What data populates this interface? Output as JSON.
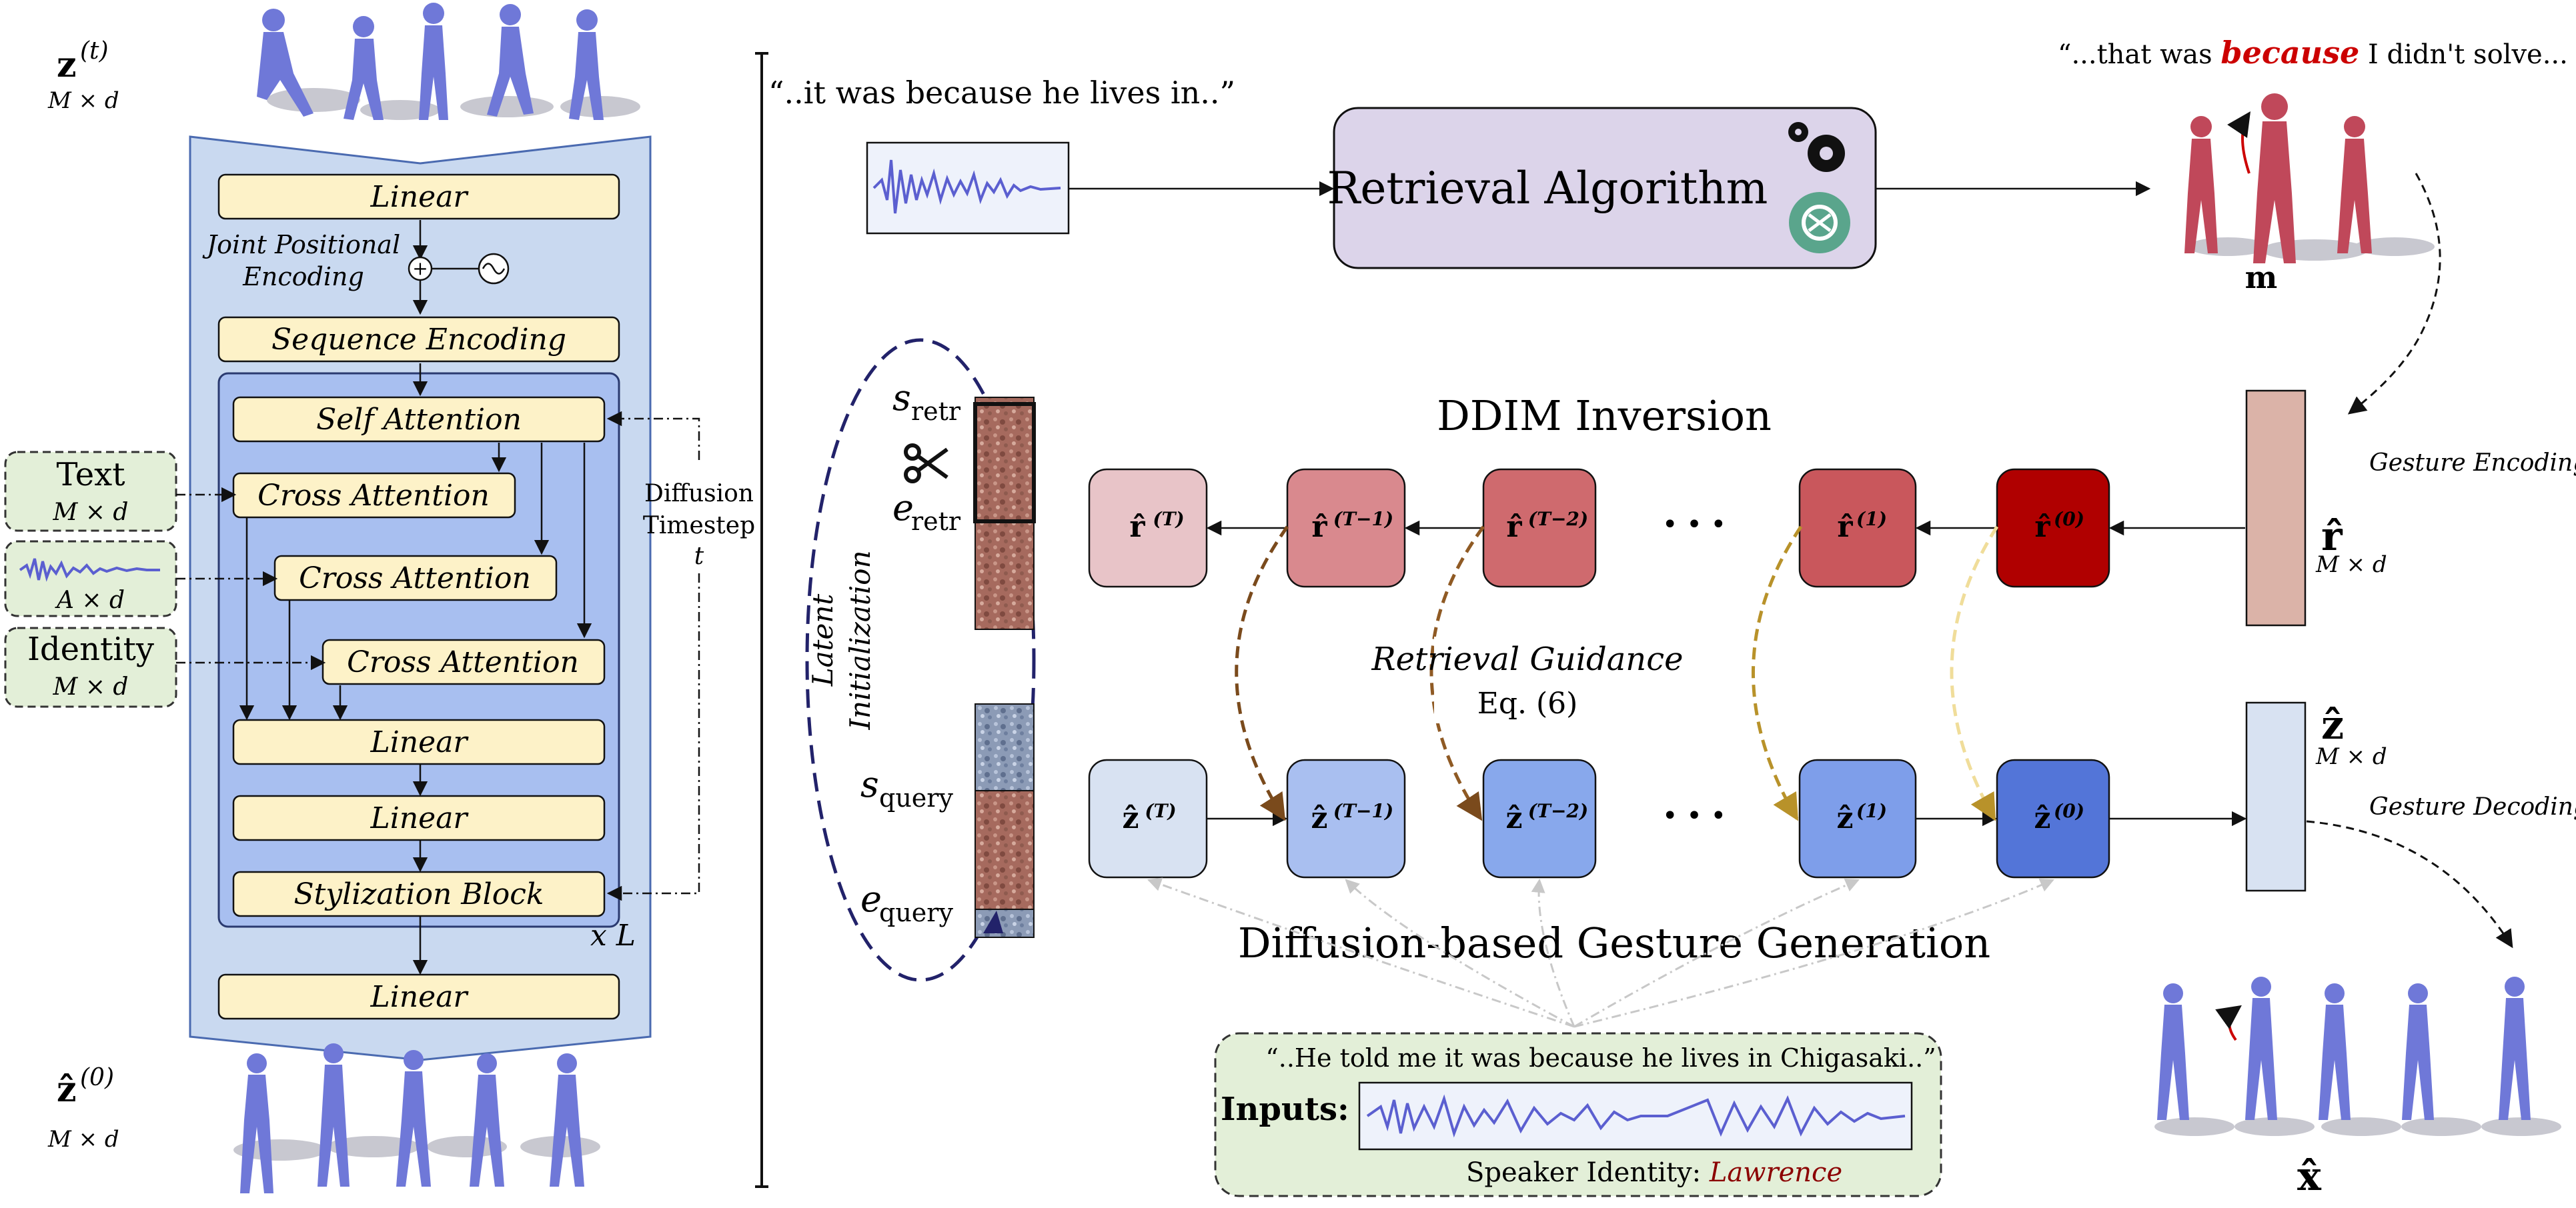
{
  "left": {
    "z_top": "z",
    "z_top_sup": "(t)",
    "z_top_dim": "M × d",
    "z_bot": "ẑ",
    "z_bot_sup": "(0)",
    "z_bot_dim": "M × d",
    "blocks": {
      "linear_top": "Linear",
      "joint_pos": "Joint Positional",
      "joint_pos2": "Encoding",
      "seq_enc": "Sequence Encoding",
      "self_att": "Self Attention",
      "cross1": "Cross Attention",
      "cross2": "Cross Attention",
      "cross3": "Cross Attention",
      "linear2": "Linear",
      "linear3": "Linear",
      "stylization": "Stylization Block",
      "linear_bot": "Linear",
      "xl": "x L"
    },
    "diffusion": [
      "Diffusion",
      "Timestep",
      "t"
    ],
    "inputs": {
      "text": "Text",
      "text_dim": "M × d",
      "audio_dim": "A × d",
      "identity": "Identity",
      "identity_dim": "M × d"
    }
  },
  "right": {
    "quote_left": "“..it was because he lives in..”",
    "quote_right_a": "“...that was ",
    "quote_right_b": "because",
    "quote_right_c": " I didn't solve... ”",
    "retrieval": "Retrieval Algorithm",
    "m_label": "m",
    "s_retr": "s",
    "s_retr_sub": "retr",
    "e_retr": "e",
    "e_retr_sub": "retr",
    "s_query": "s",
    "s_query_sub": "query",
    "e_query": "e",
    "e_query_sub": "query",
    "latent_init": [
      "Latent",
      "Initialization"
    ],
    "ddim": "DDIM Inversion",
    "gesture_encoding": "Gesture Encoding",
    "gesture_decoding": "Gesture Decoding",
    "r_hat": "r̂",
    "r_dim": "M × d",
    "z_hat": "ẑ",
    "z_dim": "M × d",
    "x_hat": "x̂",
    "r_nodes": [
      "(T)",
      "(T−1)",
      "(T−2)",
      "(1)",
      "(0)"
    ],
    "z_nodes": [
      "(T)",
      "(T−1)",
      "(T−2)",
      "(1)",
      "(0)"
    ],
    "dots": "• • •",
    "guidance": "Retrieval Guidance",
    "eq": "Eq. (6)",
    "gen_title": "Diffusion-based Gesture Generation",
    "inputs_label": "Inputs:",
    "input_quote": "“..He told me it was because he lives in Chigasaki..”",
    "speaker_label": "Speaker Identity: ",
    "speaker_name": "Lawrence"
  },
  "colors": {
    "block_fill": "#fdf2c8",
    "panel_fill": "#c9d9f0",
    "inner_fill": "#a8bff0",
    "green_fill": "#e3efd8",
    "retr_fill": "#dcd4ea",
    "accent_red": "#cc0000",
    "r_colors": [
      "#e8c4c8",
      "#d9898e",
      "#cf6a6e",
      "#c9575c",
      "#b00000"
    ],
    "z_colors": [
      "#d8e2f2",
      "#a9bff0",
      "#88a8ec",
      "#7e9eea",
      "#5375d8"
    ]
  },
  "icons": [
    "gear-icon",
    "openai-icon",
    "scissors-icon",
    "sine-icon",
    "plus-icon"
  ]
}
